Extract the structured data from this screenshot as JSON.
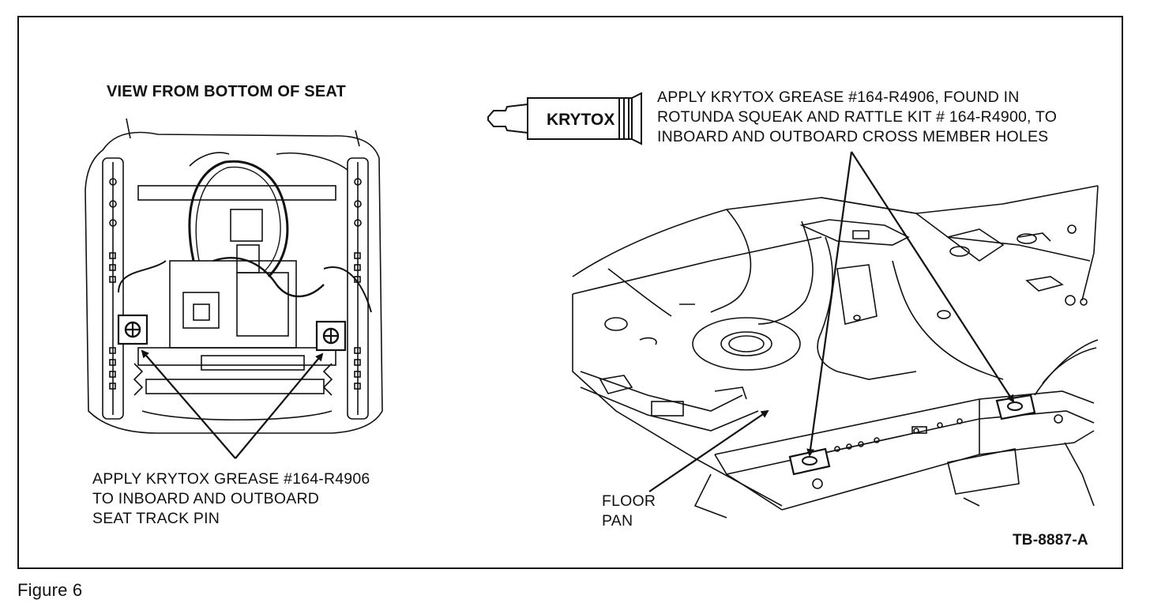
{
  "figure": {
    "caption": "Figure 6",
    "reference_code": "TB-8887-A"
  },
  "seat_view": {
    "title": "VIEW FROM BOTTOM OF SEAT",
    "note": "APPLY KRYTOX GREASE #164-R4906\nTO INBOARD AND OUTBOARD\nSEAT TRACK PIN"
  },
  "floor_view": {
    "grease_tube_label": "KRYTOX",
    "note": "APPLY KRYTOX GREASE #164-R4906, FOUND IN\nROTUNDA SQUEAK AND RATTLE KIT # 164-R4900, TO\nINBOARD AND OUTBOARD CROSS MEMBER HOLES",
    "floor_pan_label": "FLOOR\nPAN"
  }
}
